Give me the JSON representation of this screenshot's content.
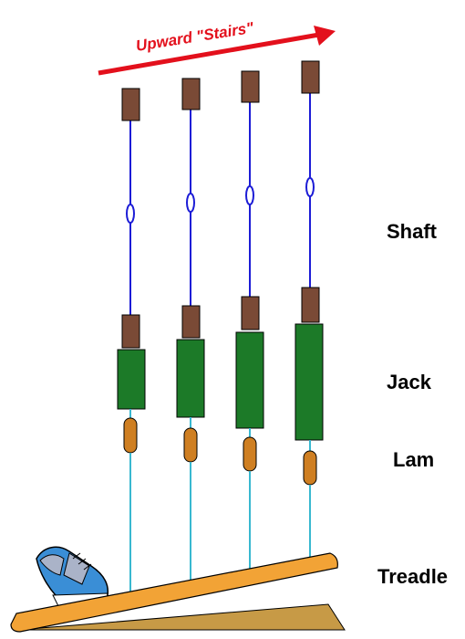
{
  "title": "Upward \"Stairs\"",
  "labels": {
    "shaft": "Shaft",
    "jack": "Jack",
    "lam": "Lam",
    "treadle": "Treadle"
  },
  "colors": {
    "title_red": "#e3101c",
    "shaft_wire": "#1c1cd6",
    "cord": "#38b8d0",
    "block_brown": "#7a4a36",
    "jack_green": "#1c7a28",
    "lam_orange": "#cf7f22",
    "treadle_orange": "#f2a336",
    "floor_tan": "#c79a46",
    "shoe_blue": "#3a8ed6",
    "shoe_gray": "#aab3c8"
  },
  "icons": {
    "shoe": "sneaker-icon",
    "arrow": "arrow-right-icon"
  }
}
